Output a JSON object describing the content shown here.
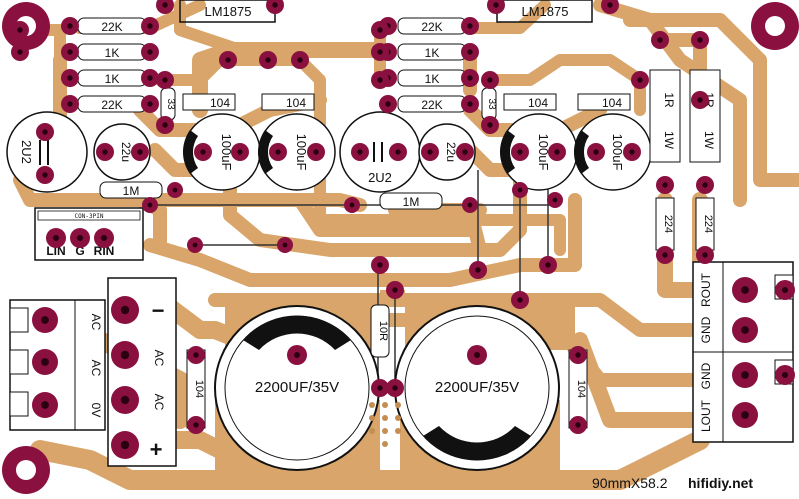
{
  "board": {
    "colors": {
      "background": "#ffffff",
      "trace": "#d9a56a",
      "pad": "#8a1040",
      "hole": "#2a0010",
      "silk": "#111111"
    },
    "size_label": "90mmX58.2",
    "watermark": "hifidiy.net"
  },
  "chips": {
    "left": "LM1875",
    "right": "LM1875"
  },
  "resistors": {
    "r22k_top": "22K",
    "r1k_a": "1K",
    "r1k_b": "1K",
    "r22k_bot": "22K",
    "r33": "33",
    "r1m": "1M",
    "r1r": "1R",
    "r1w": "1W",
    "r10r": "10R"
  },
  "caps": {
    "c104": "104",
    "c100uf": "100uF",
    "c2u2": "2U2",
    "c22u": "22u",
    "c224": "224",
    "c2200": "2200UF/35V"
  },
  "input_connector": {
    "type": "CON-3PIN",
    "pins": [
      "LIN",
      "G",
      "RIN"
    ]
  },
  "power_connector": {
    "pins": [
      "AC",
      "AC",
      "0V"
    ]
  },
  "rectifier": {
    "pins": [
      "−",
      "AC",
      "AC",
      "+"
    ]
  },
  "output_connector": {
    "pins": [
      "ROUT",
      "GND",
      "GND",
      "LOUT"
    ]
  }
}
